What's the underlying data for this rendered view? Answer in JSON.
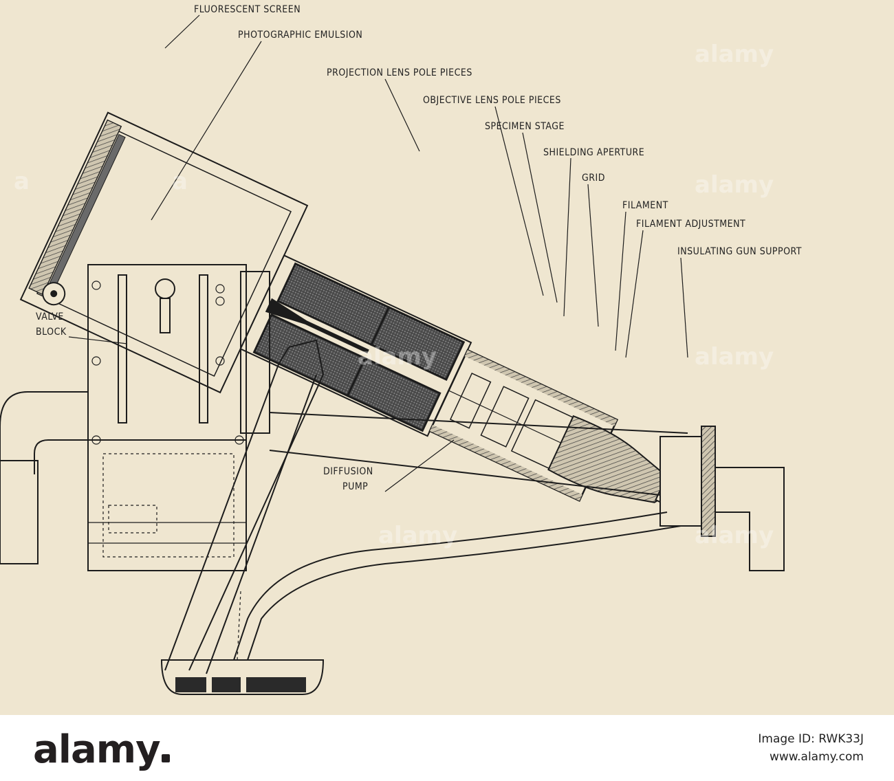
{
  "labels": {
    "fluorescent_screen": "FLUORESCENT SCREEN",
    "photographic_emulsion": "PHOTOGRAPHIC EMULSION",
    "projection_lens": "PROJECTION LENS POLE PIECES",
    "objective_lens": "OBJECTIVE LENS POLE PIECES",
    "specimen_stage": "SPECIMEN STAGE",
    "shielding_aperture": "SHIELDING APERTURE",
    "grid": "GRID",
    "filament": "FILAMENT",
    "filament_adjustment": "FILAMENT ADJUSTMENT",
    "insulating_gun_support": "INSULATING GUN SUPPORT",
    "valve_line1": "VALVE",
    "valve_line2": "BLOCK",
    "diffusion_line1": "DIFFUSION",
    "diffusion_line2": "PUMP"
  },
  "watermark": {
    "text": "alamy"
  },
  "footer": {
    "logo": "alamy",
    "image_id_line": "Image ID: RWK33J",
    "site": "www.alamy.com"
  },
  "colors": {
    "paper": "#efe6d0",
    "ink": "#1c1c1c",
    "footer_bg": "#ffffff"
  }
}
